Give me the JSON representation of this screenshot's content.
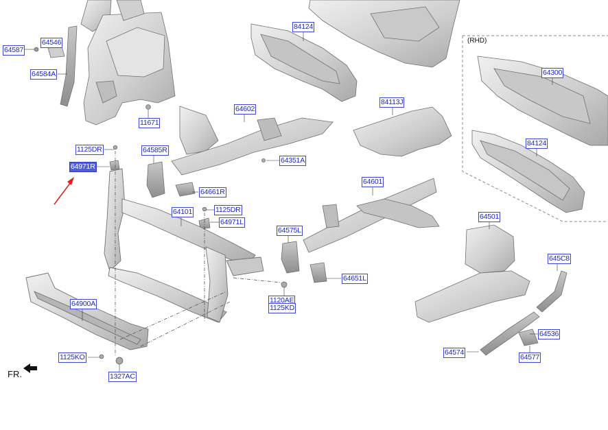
{
  "diagram": {
    "selected_part": "64971R",
    "orientation_label": "FR.",
    "variant_label": "(RHD)",
    "labels": [
      {
        "id": "64587",
        "text": "64587"
      },
      {
        "id": "64546",
        "text": "64546"
      },
      {
        "id": "64584A",
        "text": "64584A"
      },
      {
        "id": "11671",
        "text": "11671"
      },
      {
        "id": "84124",
        "text": "84124"
      },
      {
        "id": "64602",
        "text": "64602"
      },
      {
        "id": "84113J",
        "text": "84113J"
      },
      {
        "id": "1125DR_top",
        "text": "1125DR"
      },
      {
        "id": "64971R",
        "text": "64971R"
      },
      {
        "id": "64585R",
        "text": "64585R"
      },
      {
        "id": "64351A",
        "text": "64351A"
      },
      {
        "id": "64661R",
        "text": "64661R"
      },
      {
        "id": "64101",
        "text": "64101"
      },
      {
        "id": "1125DR_mid",
        "text": "1125DR"
      },
      {
        "id": "64971L",
        "text": "64971L"
      },
      {
        "id": "64601",
        "text": "64601"
      },
      {
        "id": "64575L",
        "text": "64575L"
      },
      {
        "id": "64651L",
        "text": "64651L"
      },
      {
        "id": "1120AE",
        "text": "1120AE"
      },
      {
        "id": "1125KD",
        "text": "1125KD"
      },
      {
        "id": "64900A",
        "text": "64900A"
      },
      {
        "id": "1125KO",
        "text": "1125KO"
      },
      {
        "id": "1327AC",
        "text": "1327AC"
      },
      {
        "id": "64300",
        "text": "64300"
      },
      {
        "id": "84124_rhd",
        "text": "84124"
      },
      {
        "id": "64501",
        "text": "64501"
      },
      {
        "id": "645C8",
        "text": "645C8"
      },
      {
        "id": "64536",
        "text": "64536"
      },
      {
        "id": "64574",
        "text": "64574"
      },
      {
        "id": "64577",
        "text": "64577"
      }
    ]
  },
  "colors": {
    "label_text": "#1a27c9",
    "label_border": "#3b47d6",
    "selected_bg": "#4f5fd6",
    "arrow": "#e02020",
    "part_fill": "#d9d9d9",
    "part_stroke": "#6f6f6f"
  }
}
